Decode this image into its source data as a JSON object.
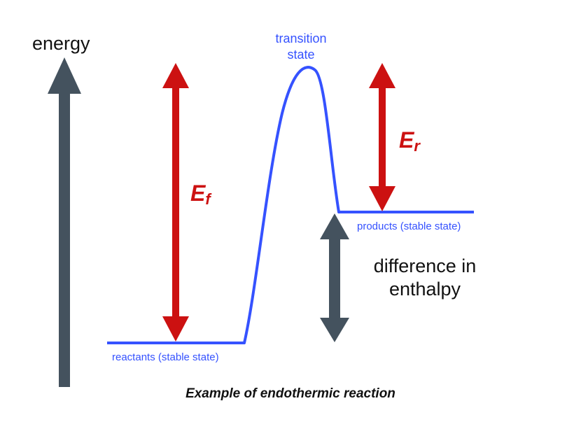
{
  "axis": {
    "label": "energy"
  },
  "states": {
    "transition_line1": "transition",
    "transition_line2": "state",
    "reactants": "reactants (stable state)",
    "products": "products (stable state)"
  },
  "arrows": {
    "forward_main": "E",
    "forward_sub": "f",
    "reverse_main": "E",
    "reverse_sub": "r"
  },
  "enthalpy": {
    "line1": "difference in",
    "line2": "enthalpy"
  },
  "caption": "Example of endothermic reaction",
  "colors": {
    "curve": "#3552ff",
    "activation_arrows": "#cc1111",
    "axis_and_enthalpy_arrows": "#44525e"
  }
}
